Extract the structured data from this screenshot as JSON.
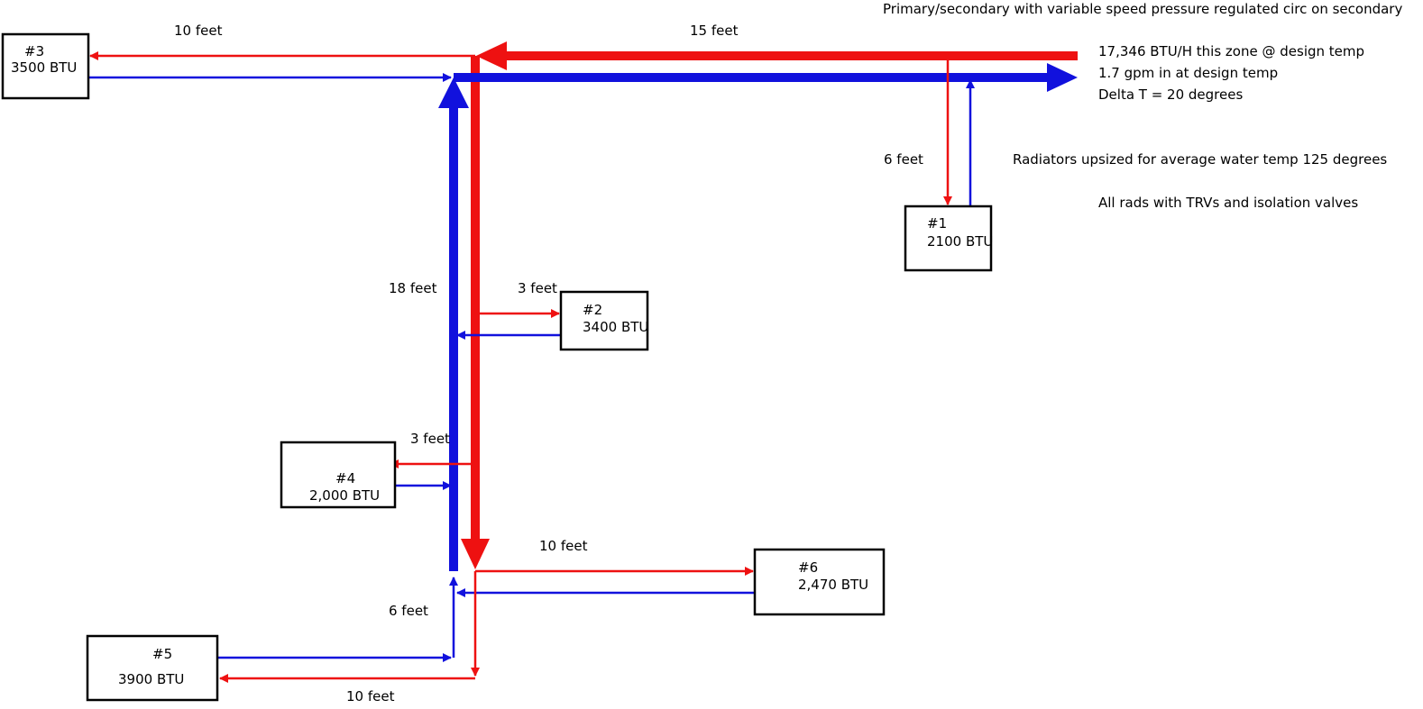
{
  "notes": [
    "Primary/secondary with variable speed pressure regulated circ on secondary",
    "17,346 BTU/H this zone @ design temp",
    "1.7 gpm in at design temp",
    "Delta T = 20 degrees",
    "Radiators upsized for average water temp 125 degrees",
    "All rads with TRVs and isolation valves"
  ],
  "radiators": [
    {
      "id": "#1",
      "output": "2100 BTU"
    },
    {
      "id": "#2",
      "output": "3400 BTU"
    },
    {
      "id": "#3",
      "output": "3500 BTU"
    },
    {
      "id": "#4",
      "output": "2,000 BTU"
    },
    {
      "id": "#5",
      "output": "3900 BTU"
    },
    {
      "id": "#6",
      "output": "2,470 BTU"
    }
  ],
  "lengths": {
    "main_top": "15 feet",
    "branch_3": "10 feet",
    "branch_1": "6 feet",
    "main_vertical": "18 feet",
    "branch_2": "3 feet",
    "branch_4": "3 feet",
    "branch_6": "10 feet",
    "branch_5_vertical": "6 feet",
    "branch_5": "10 feet"
  },
  "colors": {
    "supply": "#ee1111",
    "return": "#1111dd",
    "box": "#000000"
  }
}
